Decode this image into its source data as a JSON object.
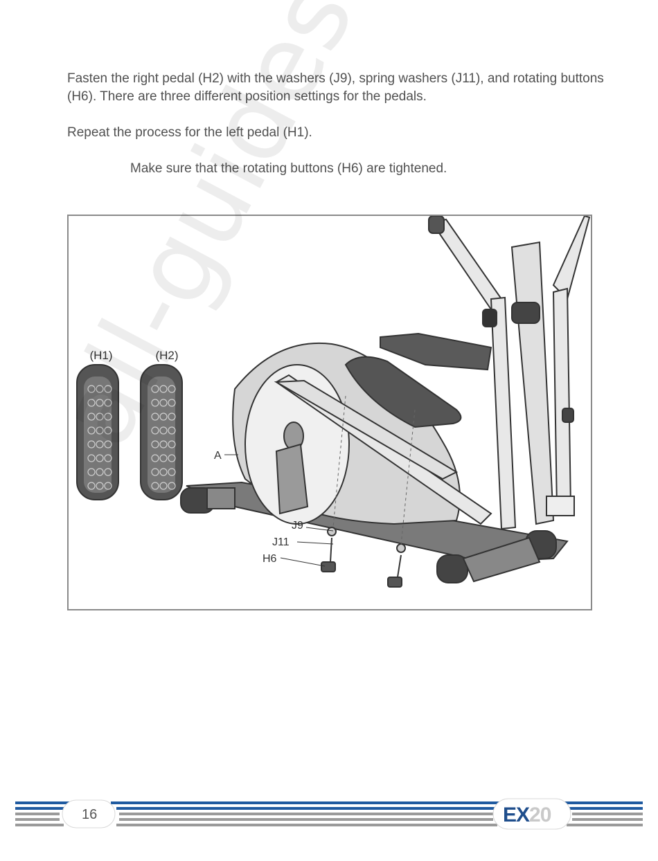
{
  "instructions": {
    "p1": "Fasten the right pedal (H2) with the washers (J9), spring washers (J11), and rotating buttons (H6). There are three different position settings for the pedals.",
    "p2": "Repeat the process for the left pedal (H1).",
    "p3": "Make sure that the rotating buttons (H6) are tightened."
  },
  "figure": {
    "labels": {
      "h1": "(H1)",
      "h2": "(H2)",
      "a": "A",
      "j9": "J9",
      "j11": "J11",
      "h6": "H6"
    }
  },
  "watermark": "all-guides.com",
  "footer": {
    "page_number": "16",
    "brand_prefix": "EX",
    "brand_number": "20",
    "colors": {
      "blue": "#1f5aa0",
      "gray": "#9a9a9a"
    }
  }
}
